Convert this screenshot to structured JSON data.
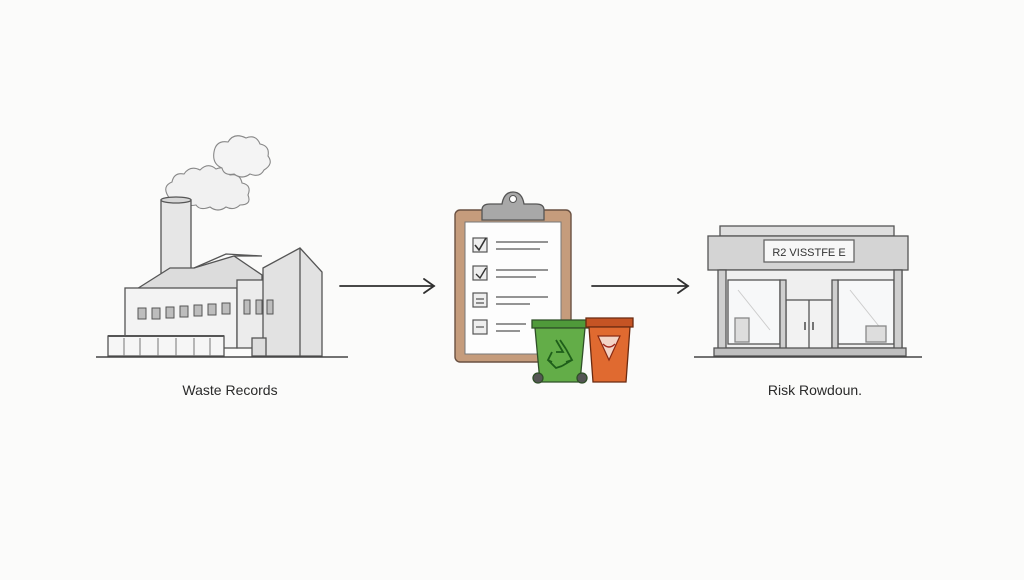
{
  "steps": [
    {
      "id": "factory",
      "label": "Waste Records",
      "icon": "factory-icon"
    },
    {
      "id": "checklist",
      "label": "",
      "icon": "clipboard-checklist-icon"
    },
    {
      "id": "store",
      "label": "Risk Rowdoun.",
      "icon": "storefront-icon"
    }
  ],
  "store_sign": "R2 VISSTFE E",
  "colors": {
    "line": "#3a3a3a",
    "sketch": "#6b6b6b",
    "clipboard": "#b5896a",
    "recycle_bin": "#5faa45",
    "hazard_bin": "#d9662e",
    "sign_red": "#c63a3a"
  }
}
